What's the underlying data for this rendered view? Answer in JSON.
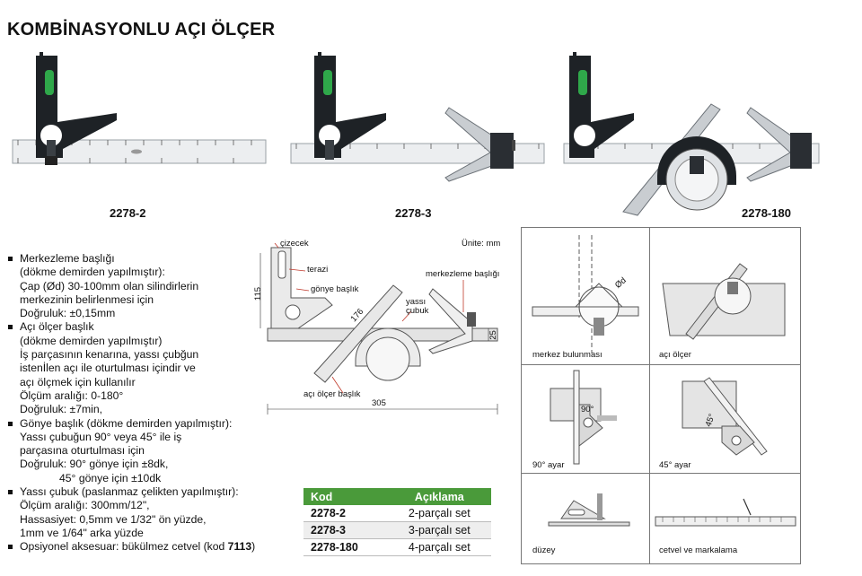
{
  "page": {
    "title": "KOMBİNASYONLU AÇI ÖLÇER"
  },
  "products": [
    {
      "code": "2278-2"
    },
    {
      "code": "2278-3"
    },
    {
      "code": "2278-180"
    }
  ],
  "description": {
    "items": [
      {
        "lines": [
          "Merkezleme başlığı",
          "(dökme demirden yapılmıştır):",
          "Çap (Ød) 30-100mm olan silindirlerin",
          "merkezinin belirlenmesi için",
          "Doğruluk: ±0,15mm"
        ]
      },
      {
        "lines": [
          "Açı ölçer başlık",
          "(dökme demirden yapılmıştır)",
          "İş parçasının kenarına, yassı çubğun",
          "istenİlen açı ile oturtulması içindir ve",
          "açı ölçmek için kullanılır",
          "Ölçüm aralığı: 0-180°",
          "Doğruluk: ±7min,"
        ]
      },
      {
        "lines": [
          "Gönye başlık (dökme demirden yapılmıştır):",
          "Yassı çubuğun 90° veya 45° ile iş",
          "parçasına oturtulması için",
          "Doğruluk: 90° gönye için ±8dk,"
        ],
        "extra": "45° gönye için ±10dk"
      },
      {
        "lines": [
          "Yassı çubuk (paslanmaz çelikten yapılmıştır):",
          "Ölçüm aralığı: 300mm/12\",",
          "Hassasiyet: 0,5mm ve 1/32\" ön yüzde,",
          "1mm ve 1/64\" arka yüzde"
        ]
      }
    ],
    "optional_prefix": "Opsiyonel aksesuar: bükülmez cetvel (kod ",
    "optional_code": "7113",
    "optional_suffix": ")"
  },
  "diagram": {
    "unit": "Ünite: mm",
    "labels": {
      "scriber": "çizecek",
      "level": "terazi",
      "square_head": "gönye başlık",
      "blade": "yassı\nçubuk",
      "center_head": "merkezleme başlığı",
      "protractor_head": "açı ölçer başlık"
    },
    "dims": {
      "height": "115",
      "blade_diag": "176",
      "thickness": "25",
      "length": "305"
    }
  },
  "table": {
    "headers": [
      "Kod",
      "Açıklama"
    ],
    "rows": [
      [
        "2278-2",
        "2-parçalı set"
      ],
      [
        "2278-3",
        "3-parçalı set"
      ],
      [
        "2278-180",
        "4-parçalı set"
      ]
    ]
  },
  "usage": {
    "cells": [
      {
        "label": "merkez bulunması"
      },
      {
        "label": "açı ölçer"
      },
      {
        "label": "90° ayar"
      },
      {
        "label": "45° ayar"
      },
      {
        "label": "düzey"
      },
      {
        "label": "cetvel ve markalama"
      }
    ],
    "marks": {
      "diameter": "Ød",
      "ninety": "90°",
      "fortyfive": "45°"
    }
  },
  "colors": {
    "header_green": "#4a9a3a",
    "level_green": "#2fa84a",
    "casting_dark": "#1e2226",
    "steel": "#e8eaec"
  }
}
